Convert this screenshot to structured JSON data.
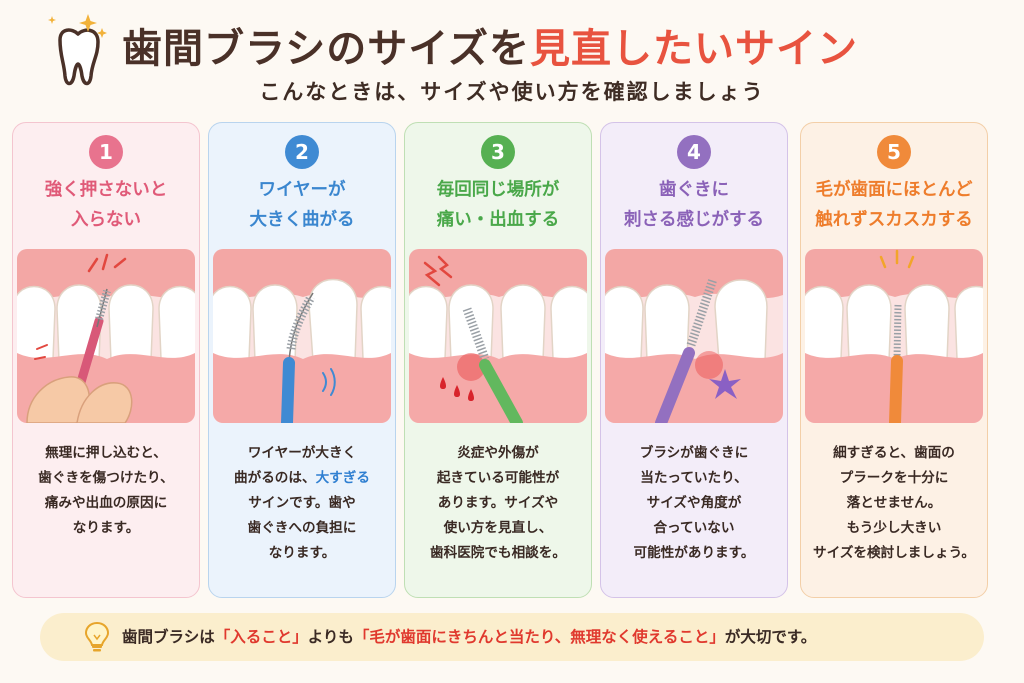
{
  "header": {
    "title_part1": "歯間ブラシのサイズを",
    "title_part2": "見直したいサイン",
    "subtitle": "こんなときは、サイズや使い方を確認しましょう",
    "logo_icon": "tooth-sparkle-icon"
  },
  "colors": {
    "title_accent": "#e8533f",
    "card1": "#e05a78",
    "card2": "#3a86cf",
    "card3": "#4aa84a",
    "card4": "#8b62b8",
    "card5": "#ee7d2c",
    "footer_bg": "#fbeecd",
    "footer_highlight": "#e0392e"
  },
  "cards": [
    {
      "number": "1",
      "title_lines": [
        "強く押さないと",
        "入らない"
      ],
      "desc_lines": [
        "無理に押し込むと、",
        "歯ぐきを傷つけたり、",
        "痛みや出血の原因に",
        "なります。"
      ],
      "illustration": "brush-pushed-by-fingers-icon"
    },
    {
      "number": "2",
      "title_lines": [
        "ワイヤーが",
        "大きく曲がる"
      ],
      "desc_lines": [
        "ワイヤーが大きく"
      ],
      "desc_line2_before": "曲がるのは、",
      "desc_line2_highlight": "大すぎる",
      "desc_rest": [
        "サインです。歯や",
        "歯ぐきへの負担に",
        "なります。"
      ],
      "illustration": "bent-wire-brush-icon"
    },
    {
      "number": "3",
      "title_lines": [
        "毎回同じ場所が",
        "痛い・出血する"
      ],
      "desc_lines": [
        "炎症や外傷が",
        "起きている可能性が",
        "あります。サイズや",
        "使い方を見直し、",
        "歯科医院でも相談を。"
      ],
      "illustration": "bleeding-gum-icon"
    },
    {
      "number": "4",
      "title_lines": [
        "歯ぐきに",
        "刺さる感じがする"
      ],
      "desc_lines": [
        "ブラシが歯ぐきに",
        "当たっていたり、",
        "サイズや角度が",
        "合っていない",
        "可能性があります。"
      ],
      "illustration": "brush-poking-gum-icon"
    },
    {
      "number": "5",
      "title_lines": [
        "毛が歯面にほとんど",
        "触れずスカスカする"
      ],
      "desc_lines": [
        "細すぎると、歯面の",
        "プラークを十分に",
        "落とせません。",
        "もう少し大きい",
        "サイズを検討しましょう。"
      ],
      "illustration": "loose-thin-brush-icon"
    }
  ],
  "footer": {
    "icon": "lightbulb-icon",
    "text_1": "歯間ブラシは",
    "text_2": "「入ること」",
    "text_3": "よりも",
    "text_4": "「毛が歯面にきちんと当たり、無理なく使えること」",
    "text_5": "が大切です。"
  }
}
